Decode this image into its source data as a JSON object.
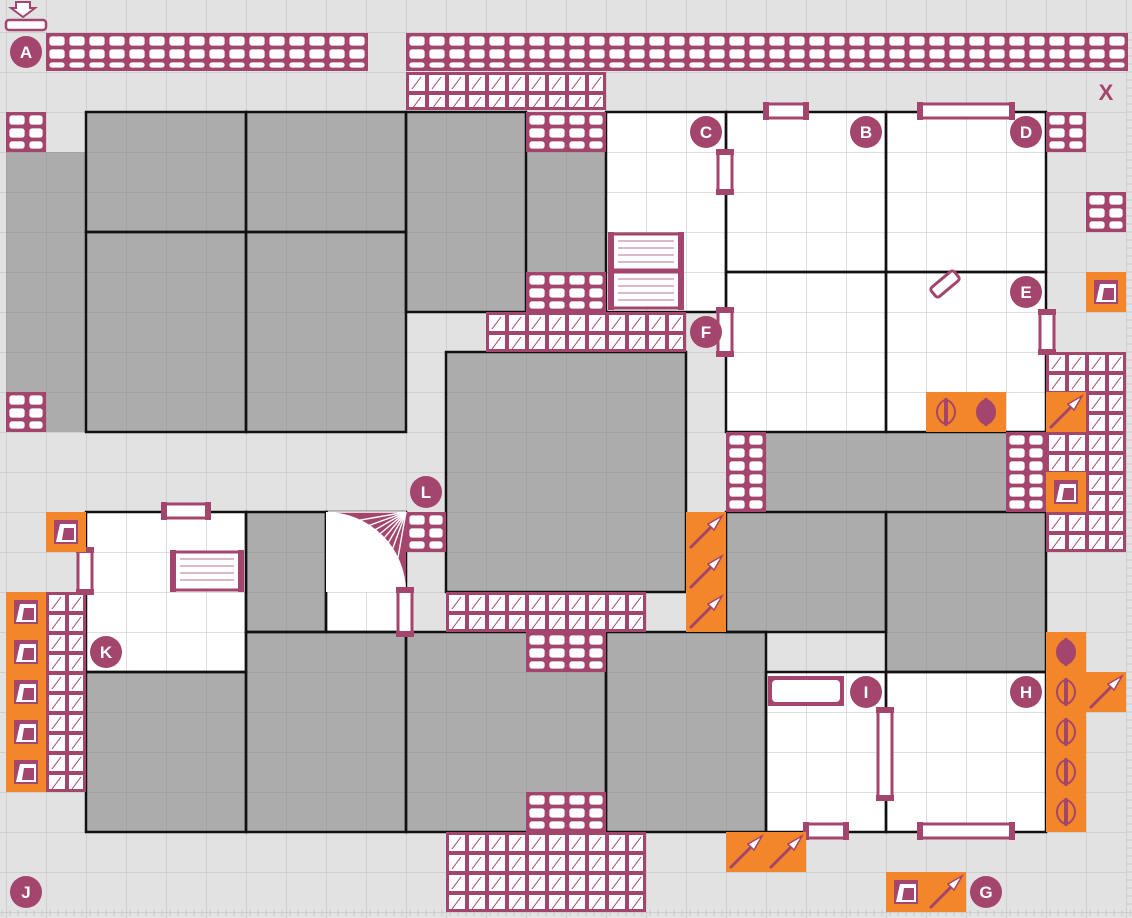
{
  "map": {
    "corner_mark": "X",
    "labels": [
      "A",
      "B",
      "C",
      "D",
      "E",
      "F",
      "G",
      "H",
      "I",
      "J",
      "K",
      "L"
    ],
    "colors": {
      "corridor": "#e2e2e2",
      "room_floor": "#ffffff",
      "solid_rock": "#acacac",
      "wall_line": "#111111",
      "grid_line": "#bdbdbd",
      "furniture": "#a3456c",
      "trap": "#f3862b",
      "label_bg": "#a3456c",
      "label_text": "#ffffff"
    },
    "icons": {
      "entry": "down-arrow-icon",
      "wall_block": "stone-wall-icon",
      "rubble": "rubble-icon",
      "door": "door-icon",
      "table": "table-icon",
      "stairs": "stairs-icon",
      "trap_pit": "pit-trap-icon",
      "trap_spear": "spear-trap-icon",
      "trap_blade": "blade-trap-icon",
      "chest": "chest-icon",
      "weapon_rack": "weapon-rack-icon"
    }
  }
}
